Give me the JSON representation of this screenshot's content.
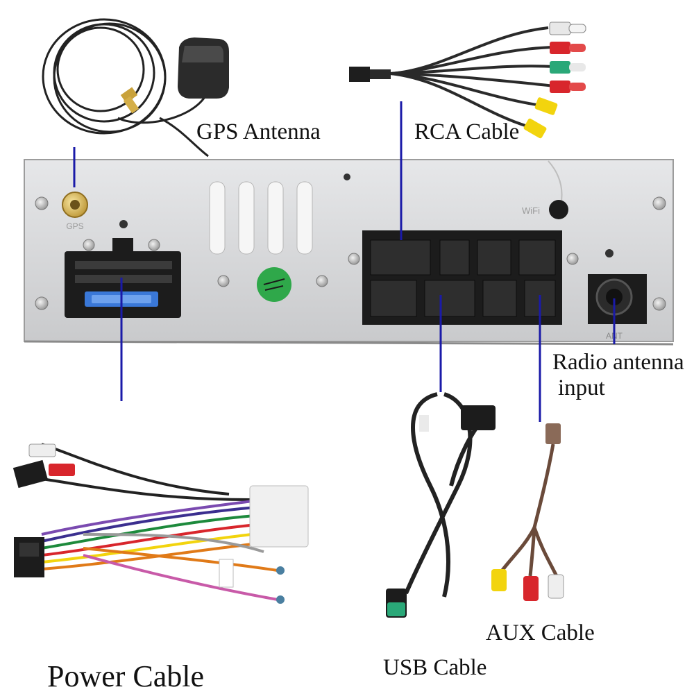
{
  "labels": {
    "gps_antenna": "GPS Antenna",
    "rca_cable": "RCA Cable",
    "radio_antenna_line1": "Radio antenna",
    "radio_antenna_line2": "input",
    "aux_cable": "AUX Cable",
    "usb_cable": "USB Cable",
    "power_cable": "Power Cable"
  },
  "panel_markings": {
    "gps_port": "GPS",
    "wifi_port": "WiFi",
    "antenna_port": "ANT"
  },
  "colors": {
    "leader_line": "#1a1aa8",
    "panel": "#d9dadc",
    "connector_block": "#1c1c1c",
    "fuse": "#3a78d8",
    "sticker": "#2fa84a",
    "rca_red": "#d8262c",
    "rca_white": "#eeeeee",
    "rca_yellow": "#f2d40e",
    "rca_green": "#2aa878"
  },
  "icons": [
    "gps-antenna-icon",
    "rca-cable-icon",
    "power-harness-icon",
    "usb-cable-icon",
    "aux-cable-icon"
  ]
}
